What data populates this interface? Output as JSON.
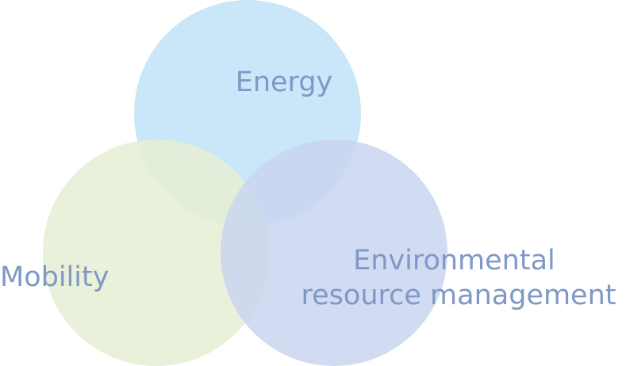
{
  "diagram": {
    "type": "venn",
    "sets": [
      {
        "label_lines": [
          "Energy"
        ],
        "color": "#c3e4f7"
      },
      {
        "label_lines": [
          "Mobility"
        ],
        "color": "#e6efd4"
      },
      {
        "label_lines": [
          "Environmental",
          "resource management"
        ],
        "color": "#c9d5ef"
      }
    ],
    "label_color": "#7f98c6",
    "overlap_colors": {
      "energy_mobility": "#c5e5d6",
      "energy_environment": "#a6c5ec",
      "mobility_environment": "#c5d5e1",
      "all": "#a3c1ce"
    }
  }
}
